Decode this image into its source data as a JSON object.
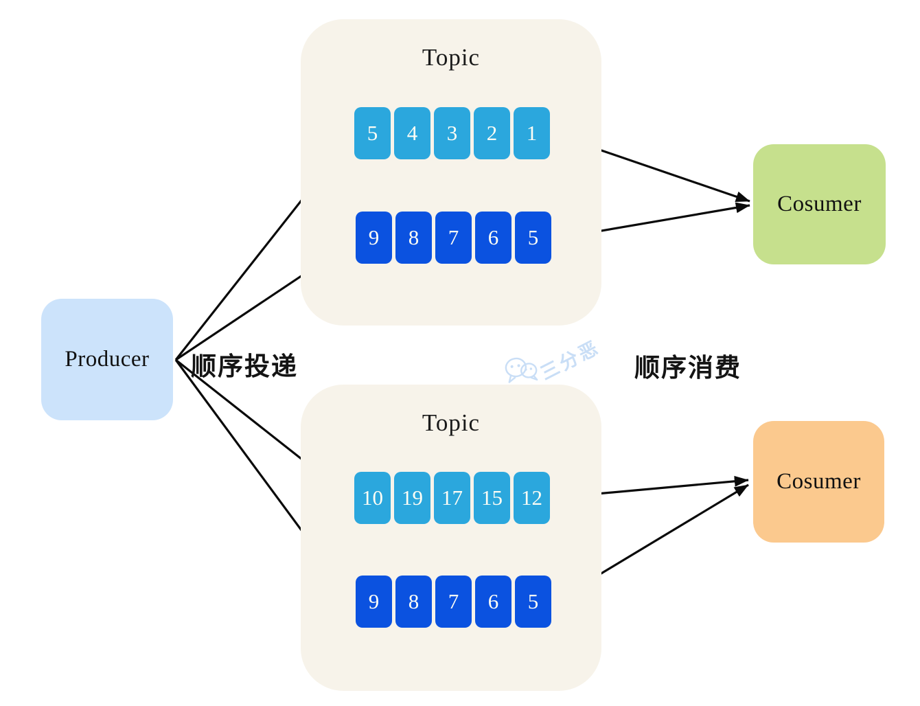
{
  "diagram": {
    "producer": {
      "label": "Producer"
    },
    "labels": {
      "ordered_delivery": "顺序投递",
      "ordered_consumption": "顺序消费"
    },
    "watermark": {
      "text": "三分恶",
      "icon": "wechat-chat-bubbles-icon"
    },
    "topics": [
      {
        "title": "Topic",
        "queues": [
          {
            "style": "light-blue",
            "messages": [
              "5",
              "4",
              "3",
              "2",
              "1"
            ]
          },
          {
            "style": "dark-blue",
            "messages": [
              "9",
              "8",
              "7",
              "6",
              "5"
            ]
          }
        ]
      },
      {
        "title": "Topic",
        "queues": [
          {
            "style": "light-blue",
            "messages": [
              "10",
              "19",
              "17",
              "15",
              "12"
            ]
          },
          {
            "style": "dark-blue",
            "messages": [
              "9",
              "8",
              "7",
              "6",
              "5"
            ]
          }
        ]
      }
    ],
    "consumers": [
      {
        "label": "Cosumer",
        "color": "#c6e08d"
      },
      {
        "label": "Cosumer",
        "color": "#fbc98e"
      }
    ],
    "colors": {
      "topic_background": "#f7f3ea",
      "queue_light_blue": "#2ba7dd",
      "queue_dark_blue": "#0b52e0",
      "producer_background": "#cce3fb",
      "consumer_green": "#c6e08d",
      "consumer_orange": "#fbc98e",
      "arrow": "#0a0a0a",
      "watermark_blue": "#c9def6"
    }
  }
}
